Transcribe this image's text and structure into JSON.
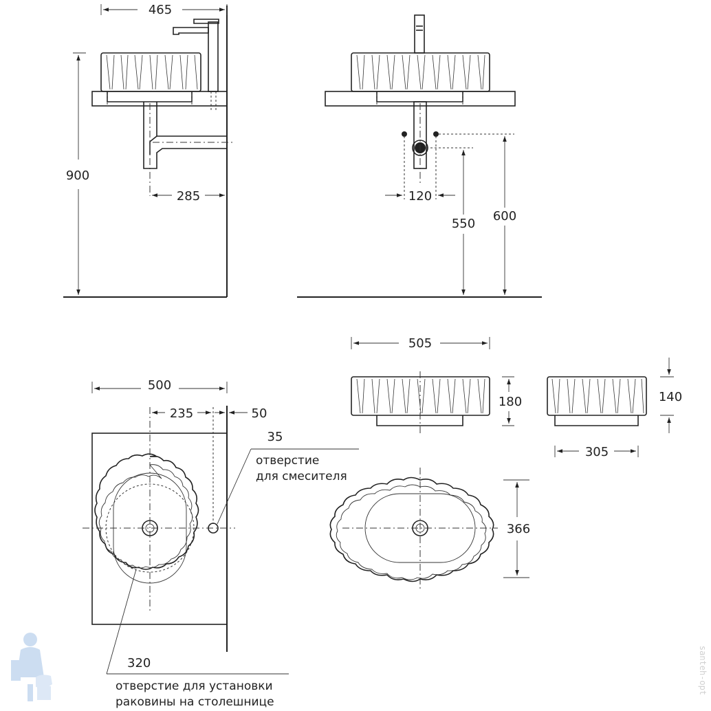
{
  "side_view": {
    "width": "465",
    "height": "900",
    "drain_offset": "285"
  },
  "front_view": {
    "spacing": "120",
    "drain_height": "550",
    "supply_height": "600"
  },
  "top_view": {
    "counter_width": "500",
    "hole_offset": "235",
    "hole_to_wall": "50",
    "mixer_hole_diameter": "35",
    "mixer_hole_label_1": "отверстие",
    "mixer_hole_label_2": "для смесителя",
    "cutout_diameter": "320",
    "cutout_label_1": "отверстие для установки",
    "cutout_label_2": "раковины на столешнице"
  },
  "basin_views": {
    "front_width": "505",
    "front_height": "180",
    "side_height": "140",
    "side_width": "305",
    "plan_depth": "366"
  },
  "watermark": "santeh-opt"
}
